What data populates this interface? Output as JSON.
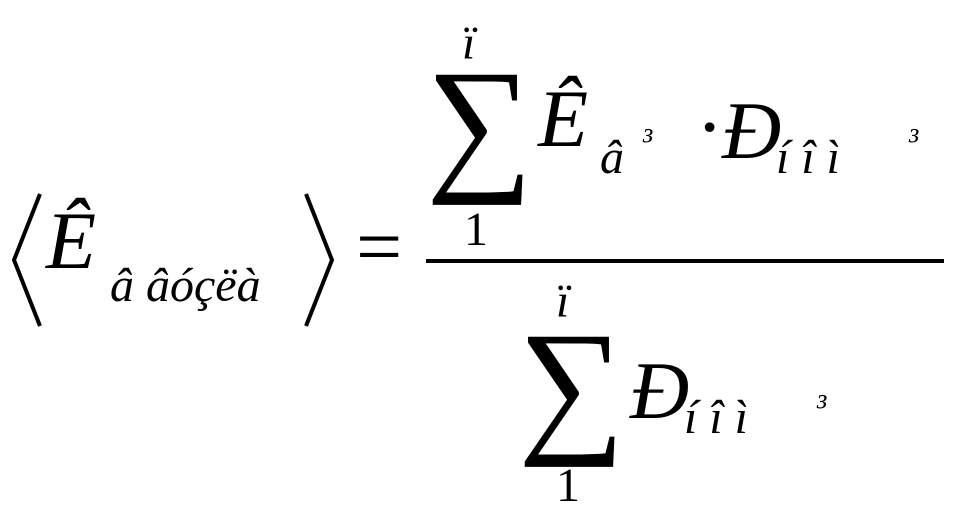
{
  "formula": {
    "lhs": {
      "symbol": "Ê",
      "subscript": "â âóçëà"
    },
    "equals": "=",
    "numerator": {
      "sum_upper": "ï",
      "sum_symbol": "∑",
      "sum_lower": "1",
      "term1_symbol": "Ê",
      "term1_subscript": "â",
      "term1_superscript": "³",
      "dot": "·",
      "term2_symbol": "Ð",
      "term2_subscript": "í î ì",
      "term2_superscript": "³"
    },
    "denominator": {
      "sum_upper": "ï",
      "sum_symbol": "∑",
      "sum_lower": "1",
      "term_symbol": "Ð",
      "term_subscript": "í î ì",
      "term_superscript": "³"
    }
  }
}
